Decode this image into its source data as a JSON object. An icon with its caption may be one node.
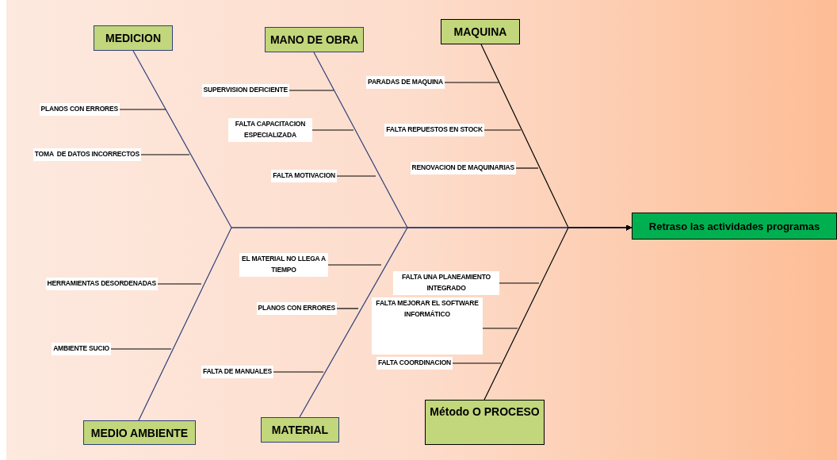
{
  "diagram": {
    "nodes": [
      {
        "text": [
          "MEDICION"
        ]
      },
      {
        "text": [
          "MANO DE OBRA"
        ]
      },
      {
        "text": [
          "MAQUINA"
        ]
      },
      {
        "text": [
          "PLANOS CON ERRORES"
        ]
      },
      {
        "text": [
          "TOMA  DE DATOS INCORRECTOS"
        ]
      },
      {
        "text": [
          "SUPERVISION DEFICIENTE"
        ]
      },
      {
        "text": [
          "FALTA CAPACITACION ESPECIALIZADA"
        ]
      },
      {
        "text": [
          "FALTA MOTIVACION"
        ]
      },
      {
        "text": [
          "PARADAS DE MAQUINA"
        ]
      },
      {
        "text": [
          "FALTA REPUESTOS EN STOCK"
        ]
      },
      {
        "text": [
          "RENOVACION DE MAQUINARIAS"
        ]
      },
      {
        "text": [
          "Retraso las actividades programas"
        ]
      },
      {
        "text": [
          "HERRAMIENTAS DESORDENADAS"
        ]
      },
      {
        "text": [
          "AMBIENTE SUCIO"
        ]
      },
      {
        "text": [
          "EL MATERIAL NO LLEGA A TIEMPO"
        ]
      },
      {
        "text": [
          "PLANOS CON ERRORES"
        ]
      },
      {
        "text": [
          "FALTA DE MANUALES"
        ]
      },
      {
        "text": [
          "FALTA UNA PLANEAMIENTO INTEGRADO"
        ]
      },
      {
        "text": [
          "FALTA MEJORAR EL SOFTWARE INFORMÁTICO"
        ]
      },
      {
        "text": [
          "FALTA COORDINACION"
        ]
      },
      {
        "text": [
          "MEDIO AMBIENTE"
        ]
      },
      {
        "text": [
          "MATERIAL"
        ]
      },
      {
        "text": [
          "Método O PROCESO"
        ]
      }
    ],
    "edges": [
      {
        "from": 0,
        "to": 11,
        "arrow": "to",
        "color": "#2f3f7a"
      },
      {
        "from": 1,
        "to": 11,
        "arrow": "to",
        "color": "#2f3f7a"
      },
      {
        "from": 2,
        "to": 11,
        "arrow": "to"
      },
      {
        "from": 20,
        "to": 11,
        "arrow": "to",
        "color": "#2f3f7a"
      },
      {
        "from": 21,
        "to": 11,
        "arrow": "to",
        "color": "#2f3f7a"
      },
      {
        "from": 22,
        "to": 11,
        "arrow": "to"
      },
      {
        "from": 3,
        "to": null,
        "arrow": "none"
      },
      {
        "from": 4,
        "to": null,
        "arrow": "none"
      },
      {
        "from": 5,
        "to": null,
        "arrow": "none"
      },
      {
        "from": 6,
        "to": null,
        "arrow": "none"
      },
      {
        "from": 7,
        "to": null,
        "arrow": "none"
      },
      {
        "from": 8,
        "to": null,
        "arrow": "none"
      },
      {
        "from": 9,
        "to": null,
        "arrow": "none"
      },
      {
        "from": 10,
        "to": null,
        "arrow": "none"
      },
      {
        "from": 12,
        "to": null,
        "arrow": "none"
      },
      {
        "from": 13,
        "to": null,
        "arrow": "none"
      },
      {
        "from": 14,
        "to": null,
        "arrow": "none"
      },
      {
        "from": 15,
        "to": null,
        "arrow": "none"
      },
      {
        "from": 16,
        "to": null,
        "arrow": "none"
      },
      {
        "from": 17,
        "to": null,
        "arrow": "none"
      },
      {
        "from": 18,
        "to": null,
        "arrow": "none"
      },
      {
        "from": 19,
        "to": null,
        "arrow": "none"
      }
    ]
  }
}
